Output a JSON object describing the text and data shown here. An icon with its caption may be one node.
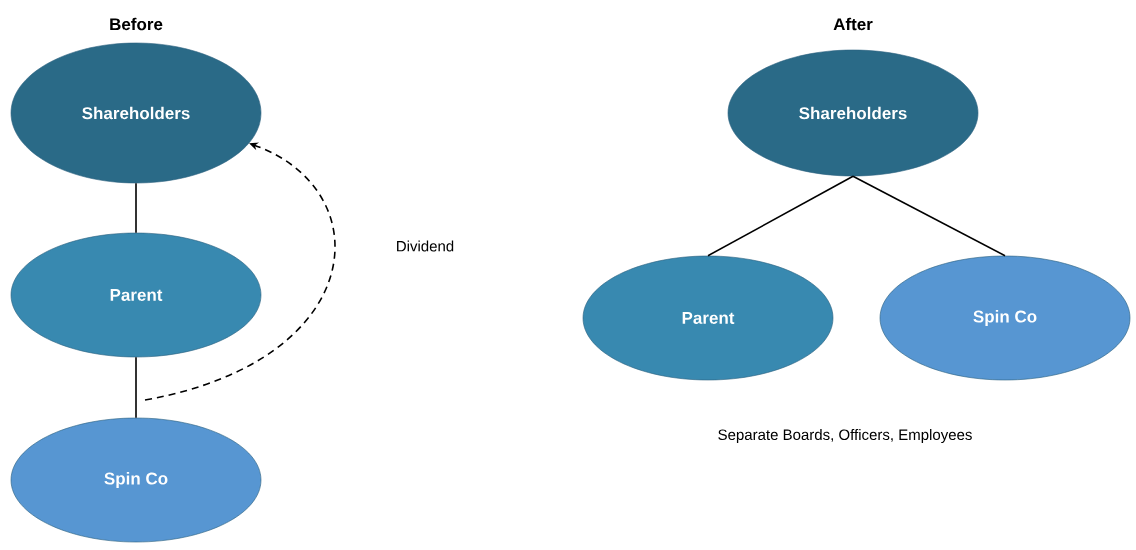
{
  "diagram": {
    "nodes": [
      {
        "text": [
          "Shareholders"
        ]
      },
      {
        "text": [
          "Parent"
        ]
      },
      {
        "text": [
          "Spin Co"
        ]
      },
      {
        "text": [
          "Shareholders"
        ]
      },
      {
        "text": [
          "Parent"
        ]
      },
      {
        "text": [
          "Spin Co"
        ]
      }
    ],
    "edges": [
      {
        "from": 0,
        "to": 1,
        "arrow": "none"
      },
      {
        "from": 1,
        "to": 2,
        "arrow": "none"
      },
      {
        "from": null,
        "to": 0,
        "arrow": "to",
        "style": "dashed",
        "label": "Dividend"
      },
      {
        "from": 3,
        "to": 4,
        "arrow": "none"
      },
      {
        "from": 3,
        "to": 5,
        "arrow": "none"
      }
    ],
    "labels": [
      "Before",
      "After",
      "Separate Boards, Officers, Employees"
    ]
  }
}
